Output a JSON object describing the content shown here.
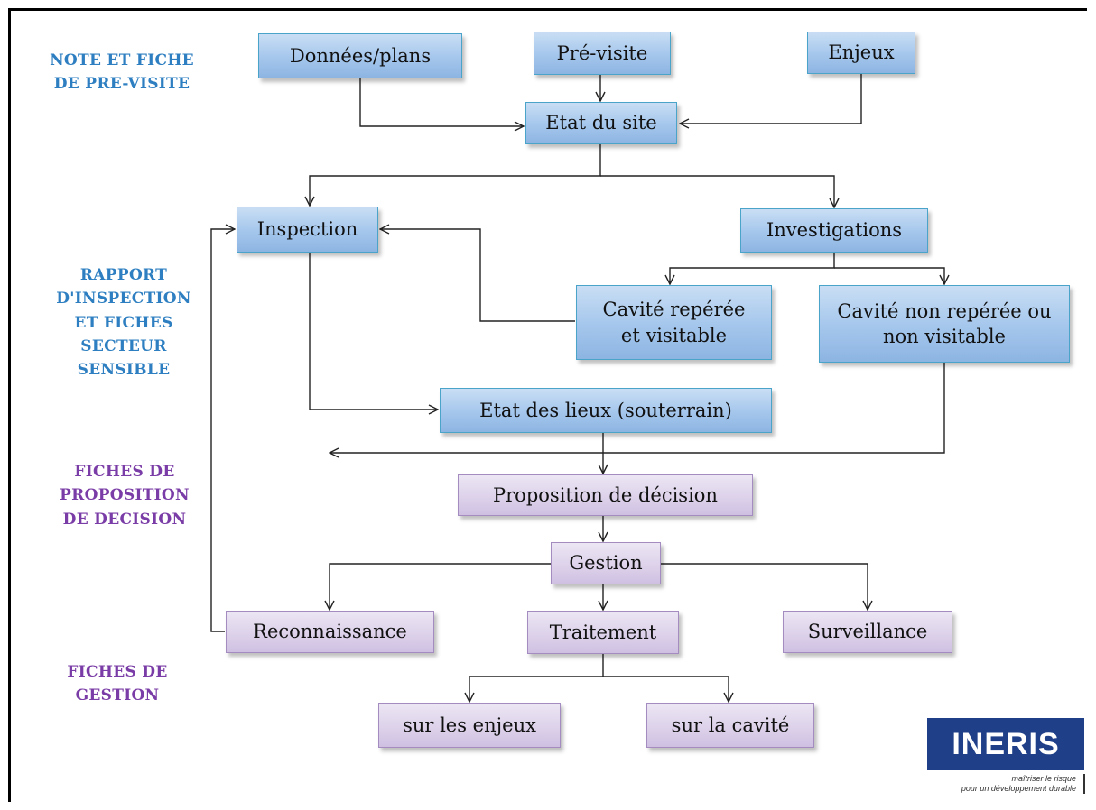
{
  "nodes": {
    "donnees_plans": "Données/plans",
    "pre_visite": "Pré-visite",
    "enjeux": "Enjeux",
    "etat_du_site": "Etat du site",
    "inspection": "Inspection",
    "investigations": "Investigations",
    "cavite_reperee": "Cavité repérée et visitable",
    "cavite_non_reperee": "Cavité non repérée ou non visitable",
    "etat_des_lieux": "Etat des lieux (souterrain)",
    "proposition_decision": "Proposition de décision",
    "gestion": "Gestion",
    "reconnaissance": "Reconnaissance",
    "traitement": "Traitement",
    "surveillance": "Surveillance",
    "sur_les_enjeux": "sur les enjeux",
    "sur_la_cavite": "sur la cavité"
  },
  "side_labels": {
    "note_pre_visite": "NOTE ET FICHE DE PRE-VISITE",
    "rapport_inspection": "RAPPORT D'INSPECTION ET FICHES SECTEUR SENSIBLE",
    "fiches_proposition": "FICHES DE PROPOSITION DE DECISION",
    "fiches_gestion": "FICHES DE GESTION"
  },
  "logo": {
    "name": "INERIS",
    "tagline_line1": "maîtriser le risque",
    "tagline_line2": "pour un développement durable"
  },
  "colors": {
    "blue_label": "#2e7fc1",
    "purple_label": "#7a3ca6",
    "blue_box": "#a4c6ec",
    "purple_box": "#ddd2ea",
    "logo_bg": "#1f3f88"
  }
}
